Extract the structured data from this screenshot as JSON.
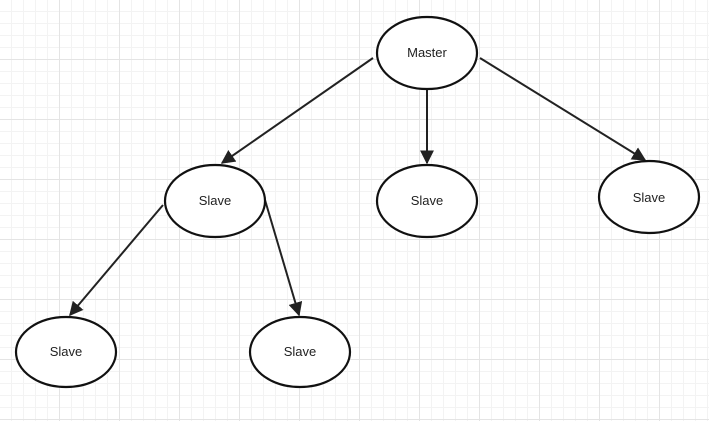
{
  "diagram": {
    "nodes": [
      {
        "id": "master",
        "label": "Master"
      },
      {
        "id": "slave-1",
        "label": "Slave"
      },
      {
        "id": "slave-2",
        "label": "Slave"
      },
      {
        "id": "slave-3",
        "label": "Slave"
      },
      {
        "id": "slave-4",
        "label": "Slave"
      },
      {
        "id": "slave-5",
        "label": "Slave"
      }
    ],
    "edges": [
      {
        "from": "master",
        "to": "slave-1"
      },
      {
        "from": "master",
        "to": "slave-2"
      },
      {
        "from": "master",
        "to": "slave-3"
      },
      {
        "from": "slave-1",
        "to": "slave-4"
      },
      {
        "from": "slave-1",
        "to": "slave-5"
      }
    ],
    "colors": {
      "stroke": "#111111",
      "fill": "#ffffff",
      "grid": "#e4e4e4"
    }
  }
}
